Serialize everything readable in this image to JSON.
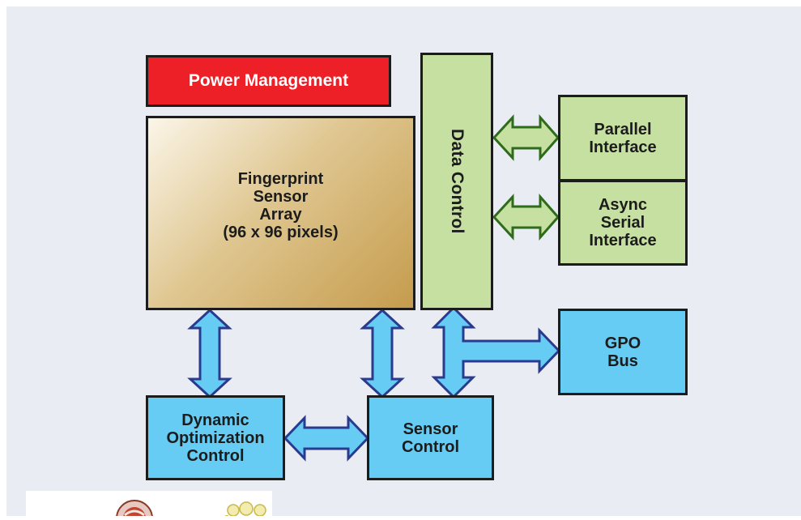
{
  "blocks": {
    "power_management": "Power Management",
    "sensor_array": "Fingerprint\nSensor\nArray\n(96 x 96 pixels)",
    "data_control": "Data Control",
    "parallel_interface": "Parallel\nInterface",
    "async_serial_interface": "Async\nSerial\nInterface",
    "gpo_bus": "GPO\nBus",
    "dynamic_optimization_control": "Dynamic\nOptimization\nControl",
    "sensor_control": "Sensor\nControl"
  },
  "colors": {
    "power_management": "#ee2027",
    "green_blocks": "#c5e0a1",
    "blue_blocks": "#66ccf3",
    "background": "#e9ecf3",
    "outline": "#1c1c1c",
    "green_arrow_outline": "#2e6b1b",
    "blue_arrow_outline": "#2a3b8f"
  },
  "icons": {
    "logo": "company-logo-partial"
  }
}
